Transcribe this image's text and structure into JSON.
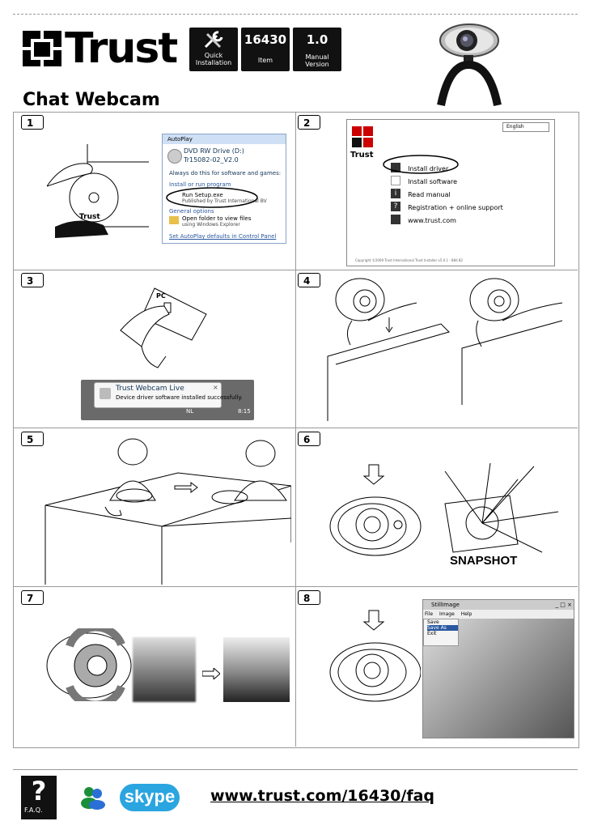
{
  "header": {
    "brand": "Trust",
    "tiles": [
      {
        "big": "",
        "small": "Quick Installation",
        "icon": "wrench-screwdriver-icon"
      },
      {
        "big": "16430",
        "small": "Item"
      },
      {
        "big": "1.0",
        "small": "Manual Version"
      }
    ],
    "title": "Chat Webcam"
  },
  "steps": [
    "1",
    "2",
    "3",
    "4",
    "5",
    "6",
    "7",
    "8"
  ],
  "step1": {
    "window_title": "AutoPlay",
    "drive": "DVD RW Drive (D:)",
    "disc": "Tr15082-02_V2.0",
    "always": "Always do this for software and games:",
    "install_header": "Install or run program",
    "run_setup": "Run Setup.exe",
    "published": "Published by Trust International BV",
    "general": "General options",
    "open_folder": "Open folder to view files",
    "using": "using Windows Explorer",
    "set_defaults": "Set AutoPlay defaults in Control Panel"
  },
  "step2": {
    "language": "English",
    "brand": "Trust",
    "menu": [
      "Install driver",
      "Install software",
      "Read manual",
      "Registration + online support",
      "www.trust.com"
    ],
    "copyright": "Copyright ©2009 Trust International   Trust Installer v5.0.1 - 88d 82"
  },
  "step3": {
    "port_label": "PC",
    "balloon_title": "Trust Webcam Live",
    "balloon_text": "Device driver software installed successfully.",
    "taskbar_lang": "NL",
    "taskbar_time": "8:15"
  },
  "step6": {
    "snapshot": "SNAPSHOT"
  },
  "step8": {
    "window_title": "StillImage",
    "menu": [
      "File",
      "Image",
      "Help"
    ],
    "items": [
      "Save",
      "Save As",
      "Exit"
    ]
  },
  "footer": {
    "faq_label": "F.A.Q.",
    "skype": "skype",
    "url": "www.trust.com/16430/faq"
  }
}
